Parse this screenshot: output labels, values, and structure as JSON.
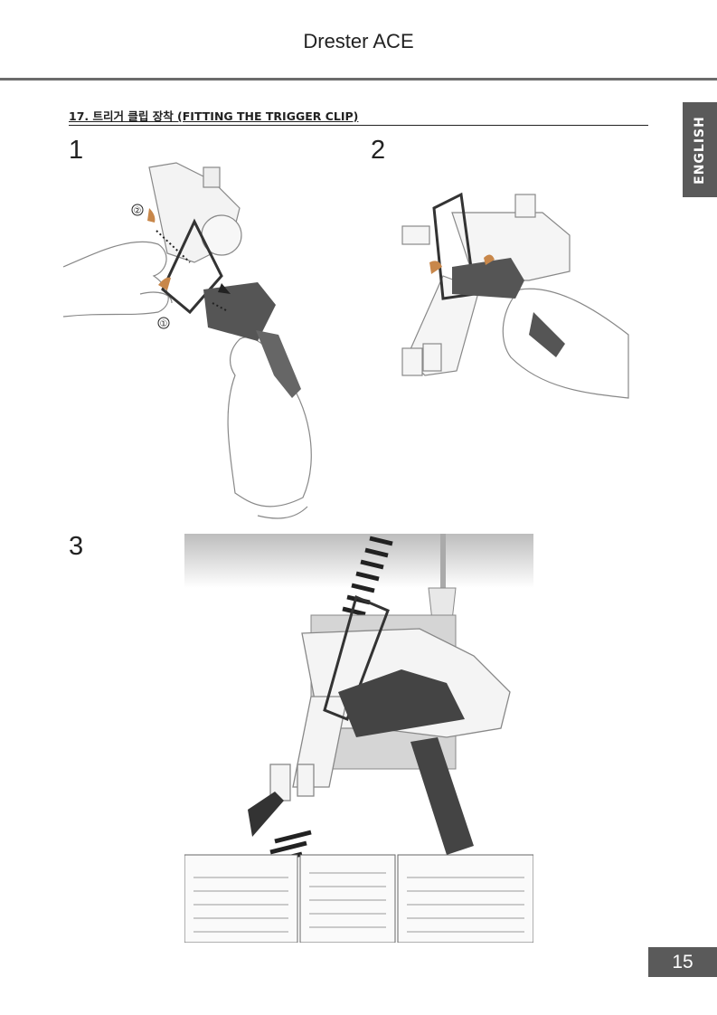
{
  "header": {
    "title": "Drester ACE"
  },
  "side_tab": {
    "label": "ENGLISH"
  },
  "section": {
    "heading": "17.  트리거 클립 장착 (FITTING THE TRIGGER CLIP)"
  },
  "steps": [
    {
      "number": "1",
      "callouts": [
        "①",
        "②"
      ]
    },
    {
      "number": "2"
    },
    {
      "number": "3"
    }
  ],
  "footer": {
    "page_number": "15"
  },
  "colors": {
    "accent_tab": "#5a5a5a",
    "clip_orange": "#c8874a",
    "trigger_clip_dark": "#555555"
  }
}
